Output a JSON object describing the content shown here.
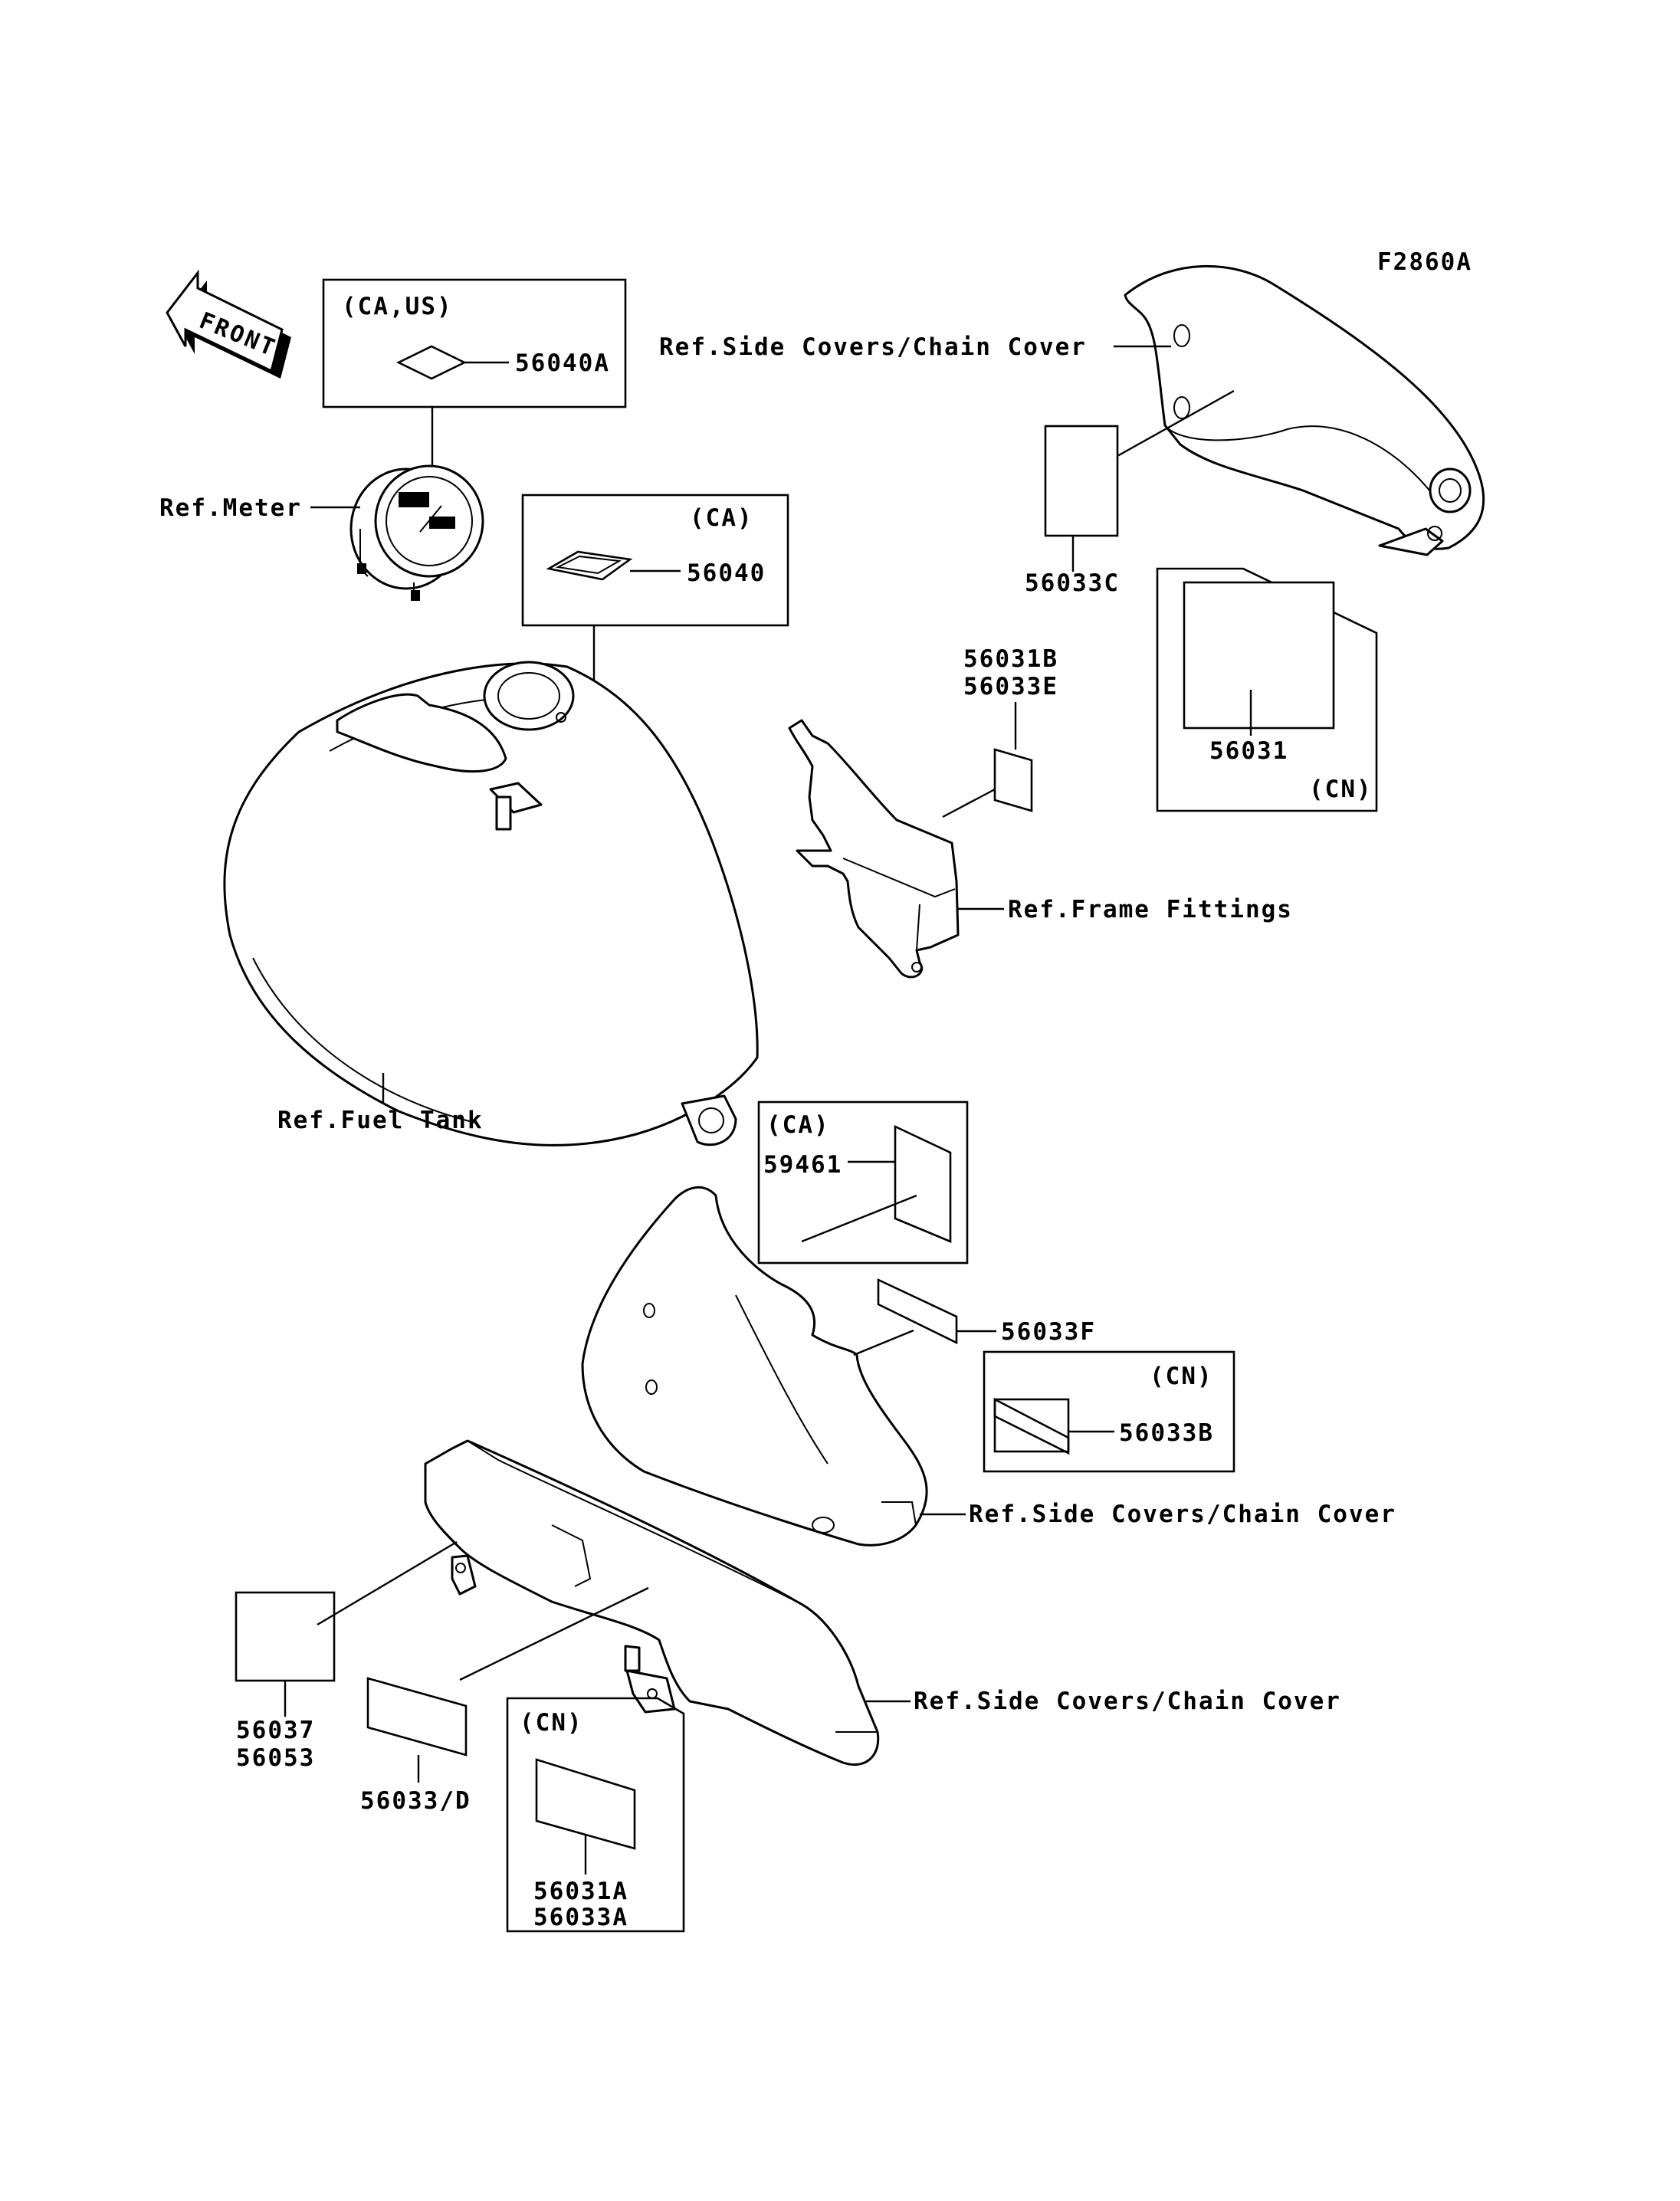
{
  "figure_code": "F2860A",
  "front_arrow": "FRONT",
  "variants": {
    "ca_us": "(CA,US)",
    "ca_meter": "(CA)",
    "ca_side": "(CA)",
    "cn_top": "(CN)",
    "cn_mid": "(CN)",
    "cn_bottom": "(CN)"
  },
  "parts": {
    "p56040A": "56040A",
    "p56040": "56040",
    "p56033C": "56033C",
    "p56031": "56031",
    "p56031B": "56031B",
    "p56033E": "56033E",
    "p59461": "59461",
    "p56033F": "56033F",
    "p56033B": "56033B",
    "p56037": "56037",
    "p56053": "56053",
    "p56033D": "56033/D",
    "p56031A": "56031A",
    "p56033A": "56033A"
  },
  "refs": {
    "meter": "Ref.Meter",
    "fuel_tank": "Ref.Fuel Tank",
    "frame_fittings": "Ref.Frame Fittings",
    "side_covers_top": "Ref.Side Covers/Chain Cover",
    "side_covers_mid": "Ref.Side Covers/Chain Cover",
    "side_covers_bottom": "Ref.Side Covers/Chain Cover"
  }
}
